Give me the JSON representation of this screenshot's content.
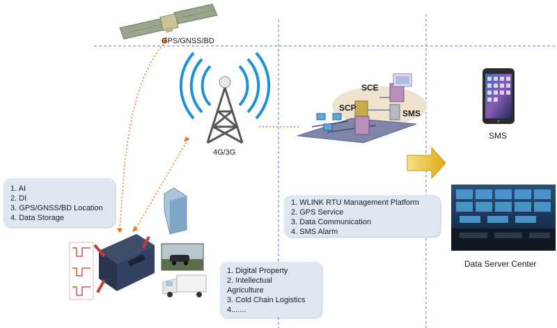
{
  "labels": {
    "satellite": "GPS/GNSS/BD",
    "tower": "4G/3G",
    "sce": "SCE",
    "scp": "SCP",
    "sms_server": "SMS",
    "phone": "SMS",
    "data_center": "Data Server Center"
  },
  "device_box": {
    "items": [
      "1. AI",
      "2. DI",
      "3. GPS/GNSS/BD Location",
      "4. Data Storage"
    ]
  },
  "platform_box": {
    "items": [
      "1. WLINK RTU Management Platform",
      "2. GPS Service",
      "3. Data Communication",
      "4. SMS Alarm"
    ]
  },
  "application_box": {
    "items": [
      "1. Digital Property",
      "2. Intellectual",
      "Agriculture",
      "3. Cold Chain Logistics",
      "4......."
    ]
  },
  "colors": {
    "dashed_guides": "#5b7fb6",
    "dotted_links": "#e57b2e",
    "box_fill": "#dfe7f3",
    "arrow": "#e5b420",
    "signal_waves": "#1f8fd6"
  }
}
